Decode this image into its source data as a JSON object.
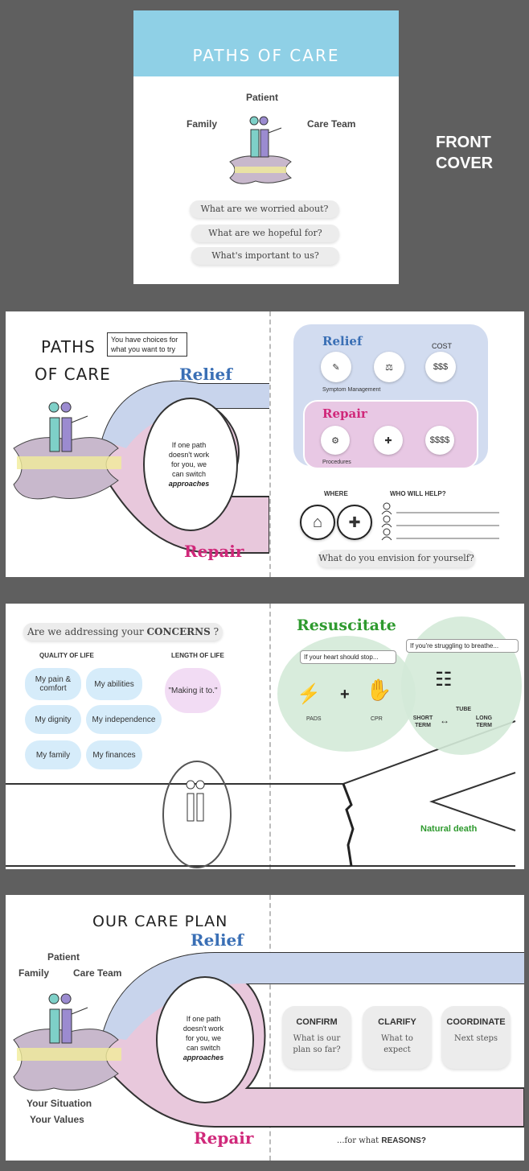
{
  "front_cover": {
    "title": "PATHS OF CARE",
    "side_label_1": "FRONT",
    "side_label_2": "COVER",
    "patient": "Patient",
    "family": "Family",
    "care_team": "Care Team",
    "questions": [
      "What are we worried about?",
      "What are we hopeful for?",
      "What's important to us?"
    ]
  },
  "page2": {
    "title_1": "PATHS",
    "title_2": "OF CARE",
    "choices_note": "You have choices for what you want to try",
    "relief": "Relief",
    "repair": "Repair",
    "switch_1": "If one path",
    "switch_2": "doesn't work",
    "switch_3": "for you, we",
    "switch_4": "can switch",
    "switch_5": "approaches",
    "cost": "COST",
    "relief_cost": "$$$",
    "symptom_management": "Symptom Management",
    "repair_cost": "$$$$",
    "procedures": "Procedures",
    "where": "WHERE",
    "who_will_help": "WHO WILL HELP?",
    "envision": "What do you envision for yourself?"
  },
  "page3": {
    "concerns_prefix": "Are we addressing your ",
    "concerns_bold": "CONCERNS",
    "concerns_suffix": " ?",
    "quality_of_life": "QUALITY OF LIFE",
    "length_of_life": "LENGTH OF LIFE",
    "bubbles": [
      "My pain & comfort",
      "My abilities",
      "My dignity",
      "My independence",
      "My family",
      "My finances"
    ],
    "making_it": "\"Making it to.\"",
    "resuscitate": "Resuscitate",
    "heart_note": "If your heart should stop...",
    "breathe_note": "If you're struggling to breathe...",
    "pads": "PADS",
    "cpr": "CPR",
    "tube": "TUBE",
    "short_term": "SHORT TERM",
    "long_term": "LONG TERM",
    "natural_death": "Natural death"
  },
  "page4": {
    "title": "OUR CARE PLAN",
    "relief": "Relief",
    "repair": "Repair",
    "patient": "Patient",
    "family": "Family",
    "care_team": "Care Team",
    "situation": "Your Situation",
    "values": "Your Values",
    "switch_1": "If one path",
    "switch_2": "doesn't work",
    "switch_3": "for you, we",
    "switch_4": "can switch",
    "switch_5": "approaches",
    "cards": [
      {
        "heading": "CONFIRM",
        "body": "What is our plan so far?"
      },
      {
        "heading": "CLARIFY",
        "body": "What to expect"
      },
      {
        "heading": "COORDINATE",
        "body": "Next steps"
      }
    ],
    "reasons_prefix": "...for what ",
    "reasons_bold": "REASONS?"
  },
  "colors": {
    "header_blue": "#8fd0e6",
    "relief_blue": "#3a6fb5",
    "repair_pink": "#d0287a",
    "resuscitate_green": "#2e9a2e"
  }
}
